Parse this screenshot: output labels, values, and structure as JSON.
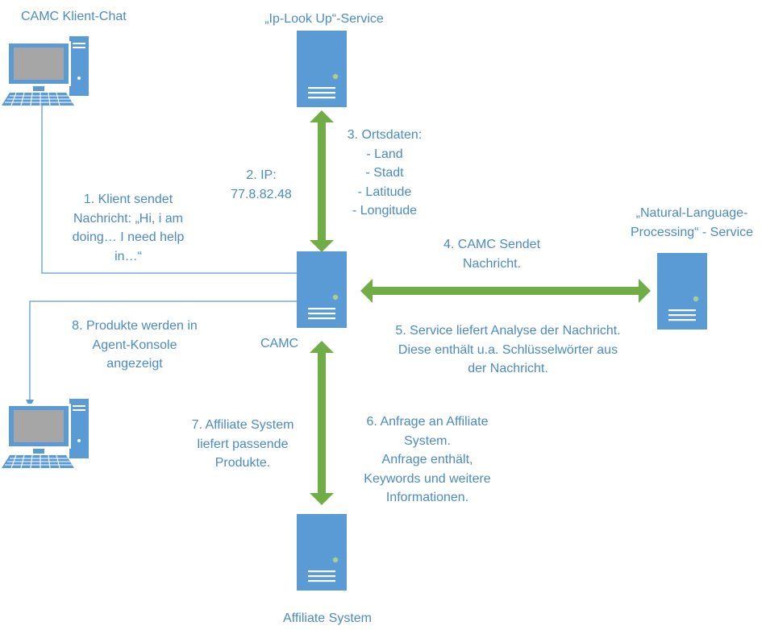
{
  "nodes": {
    "client_chat": {
      "label": "CAMC Klient-Chat"
    },
    "ip_lookup": {
      "label": "„Ip-Look Up“-Service"
    },
    "nlp": {
      "label_lines": [
        "„Natural-Language-",
        "Processing“ - Service"
      ]
    },
    "camc": {
      "label": "CAMC"
    },
    "affiliate": {
      "label": "Affiliate System"
    }
  },
  "steps": {
    "s1": {
      "lines": [
        "1. Klient sendet",
        "Nachricht: „Hi, i am",
        "doing… I need help",
        "in…“"
      ]
    },
    "s2": {
      "lines": [
        "2. IP:",
        "77.8.82.48"
      ]
    },
    "s3": {
      "lines": [
        "3. Ortsdaten:",
        "- Land",
        "- Stadt",
        "-  Latitude",
        "- Longitude"
      ]
    },
    "s4": {
      "lines": [
        "4. CAMC Sendet",
        "Nachricht."
      ]
    },
    "s5": {
      "lines": [
        "5. Service liefert Analyse der Nachricht.",
        "Diese enthält u.a.  Schlüsselwörter aus",
        "der Nachricht."
      ]
    },
    "s6": {
      "lines": [
        "6. Anfrage an Affiliate",
        "System.",
        "Anfrage enthält,",
        "Keywords und weitere",
        "Informationen."
      ]
    },
    "s7": {
      "lines": [
        "7. Affiliate System",
        "liefert passende",
        "Produkte."
      ]
    },
    "s8": {
      "lines": [
        "8. Produkte werden in",
        "Agent-Konsole",
        "angezeigt"
      ]
    }
  },
  "colors": {
    "server": "#5b9bd5",
    "monitor": "#5b9bd5",
    "screen": "#a6a6a6",
    "line": "#5b9bd5",
    "arrow": "#70ad47",
    "text": "#4a8bc4",
    "led": "#a9d18e"
  },
  "icons": {
    "computer": "desktop-computer-icon",
    "server": "server-icon"
  }
}
